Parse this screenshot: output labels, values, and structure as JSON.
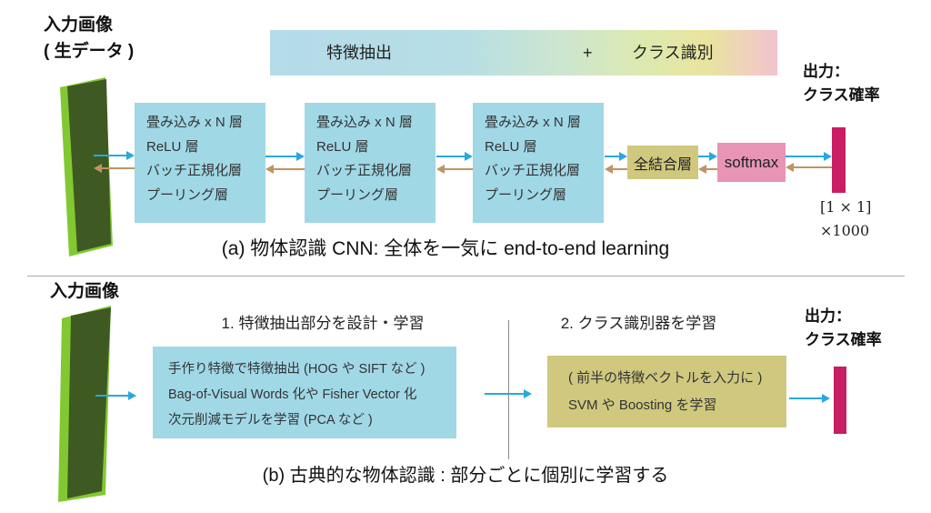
{
  "colors": {
    "process_box_blue": "#a0d8e6",
    "fc_box_olive": "#cfc87e",
    "softmax_box_pink": "#e794b5",
    "output_bar_magenta": "#c81e63",
    "forward_arrow_blue": "#29a8e0",
    "backward_arrow_brown": "#bf9460",
    "panel_face_green": "#3e5a22",
    "panel_edge_green": "#82c832",
    "gradient_bar_stops": [
      "#b4dce9",
      "#cde6cf",
      "#dde9ae",
      "#f2c3d0"
    ]
  },
  "section_a": {
    "input_label_line1": "入力画像",
    "input_label_line2": "( 生データ )",
    "gradient_bar": {
      "feature_label": "特徴抽出",
      "plus": "+",
      "class_label": "クラス識別"
    },
    "output_label_line1": "出力：",
    "output_label_line2": "クラス確率",
    "cnn_block_lines": [
      "畳み込み x N 層",
      "ReLU 層",
      "バッチ正規化層",
      "プーリング層"
    ],
    "fc_label": "全結合層",
    "softmax_label": "softmax",
    "output_dims_line1": "[1 × 1]",
    "output_dims_line2": "×1000",
    "caption": "(a) 物体認識 CNN: 全体を一気に end-to-end learning"
  },
  "section_b": {
    "input_label": "入力画像",
    "step1_title": "1. 特徴抽出部分を設計・学習",
    "step2_title": "2. クラス識別器を学習",
    "feature_box_lines": [
      "手作り特徴で特徴抽出 (HOG や SIFT など )",
      "Bag-of-Visual Words 化や Fisher Vector 化",
      "次元削減モデルを学習 (PCA など )"
    ],
    "classifier_box_lines": [
      "( 前半の特徴ベクトルを入力に )",
      "SVM や Boosting を学習"
    ],
    "output_label_line1": "出力：",
    "output_label_line2": "クラス確率",
    "caption": "(b) 古典的な物体認識 : 部分ごとに個別に学習する"
  }
}
